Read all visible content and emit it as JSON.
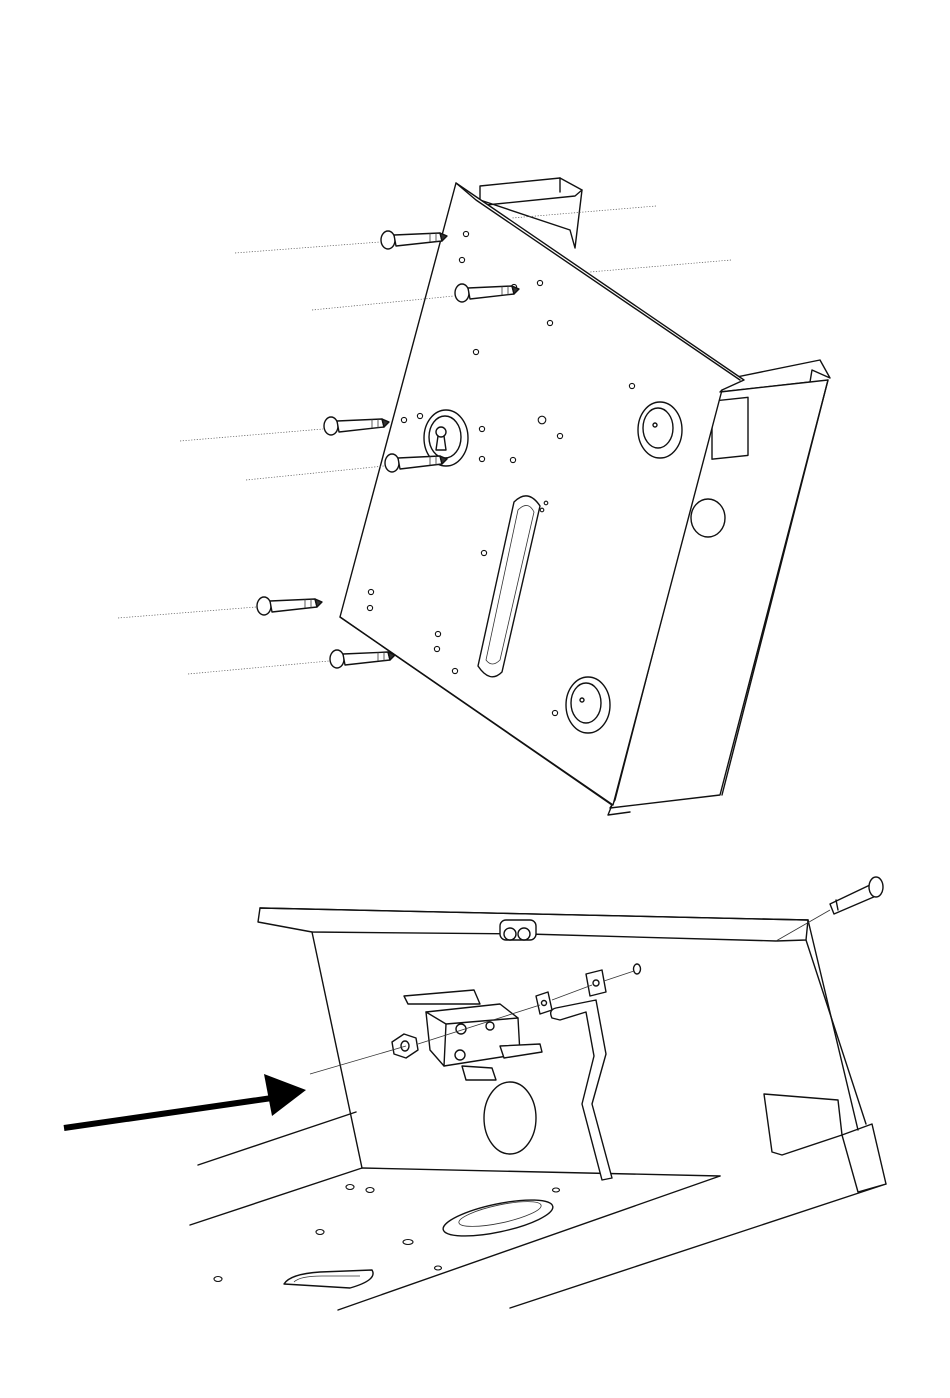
{
  "diagram": {
    "upper_assembly": {
      "panel": "control-box-back-panel",
      "screws": 6,
      "leader_lines": 8
    },
    "lower_assembly": {
      "parts": [
        "mounting-bracket",
        "micro-switch",
        "hex-nut",
        "square-washer",
        "square-washer",
        "pin",
        "actuator-rod",
        "long-bolt"
      ],
      "arrow": "direction-arrow"
    }
  }
}
